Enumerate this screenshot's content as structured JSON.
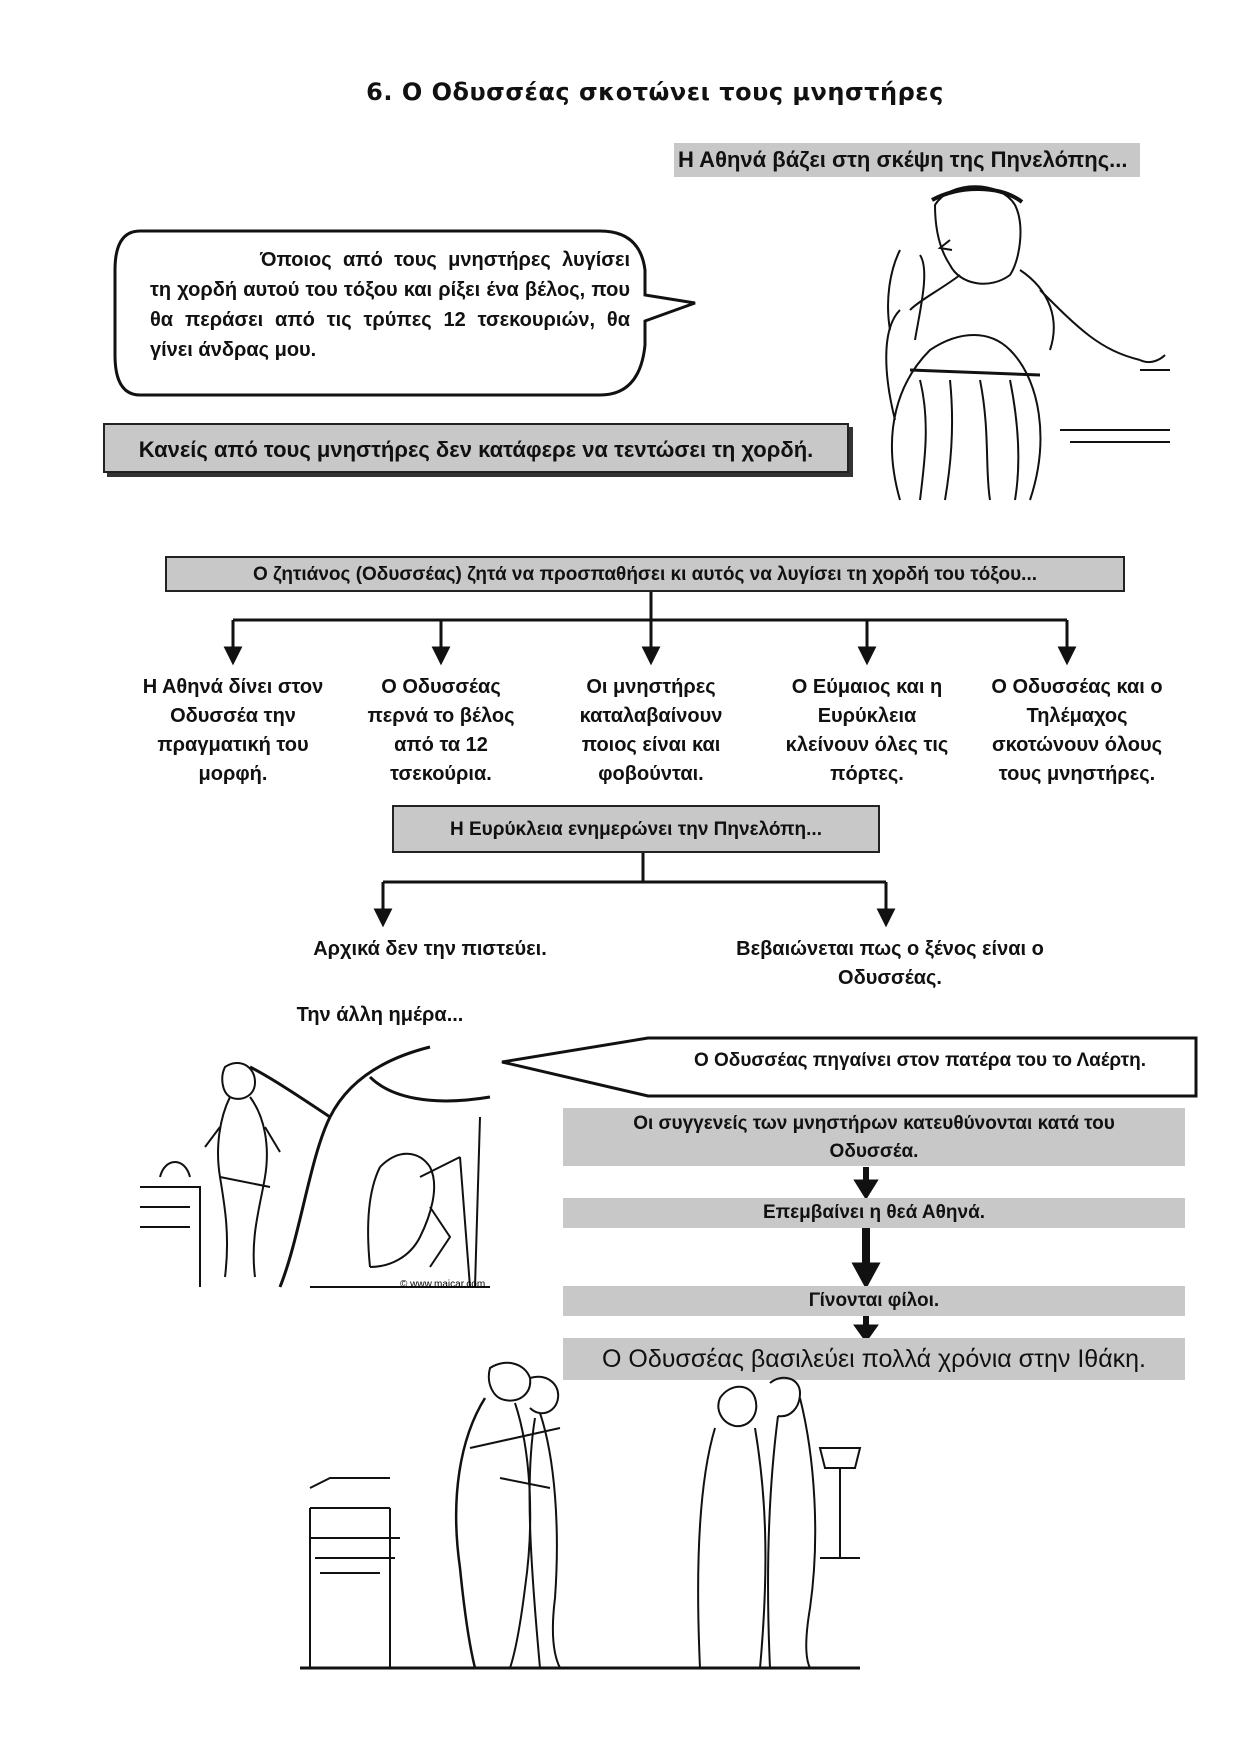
{
  "title": "6.  Ο Οδυσσέας σκοτώνει τους μνηστήρες",
  "athena_header": "Η Αθηνά βάζει στη σκέψη της Πηνελόπης...",
  "speech_bubble": "Όποιος από τους μνηστήρες λυγίσει τη χορδή αυτού του τόξου και ρίξει ένα βέλος, που θα περάσει από τις τρύπες 12 τσεκουριών, θα γίνει άνδρας μου.",
  "nobody_box": "Κανείς από τους μνηστήρες δεν κατάφερε να τεντώσει τη χορδή.",
  "beggar_box": "Ο ζητιάνος (Οδυσσέας) ζητά να προσπαθήσει κι αυτός να λυγίσει τη χορδή του τόξου...",
  "branches": [
    [
      "Η Αθηνά δίνει στον",
      "Οδυσσέα την",
      "πραγματική του",
      "μορφή."
    ],
    [
      "Ο Οδυσσέας",
      "περνά το βέλος",
      "από τα 12",
      "τσεκούρια."
    ],
    [
      "Οι μνηστήρες",
      "καταλαβαίνουν",
      "ποιος είναι και",
      "φοβούνται."
    ],
    [
      "Ο Εύμαιος και η",
      "Ευρύκλεια",
      "κλείνουν όλες τις",
      "πόρτες."
    ],
    [
      "Ο Οδυσσέας και ο",
      "Τηλέμαχος",
      "σκοτώνουν όλους",
      "τους μνηστήρες."
    ]
  ],
  "eurykleia_box": "Η Ευρύκλεια ενημερώνει την Πηνελόπη...",
  "sub_branches": [
    [
      "Αρχικά δεν την πιστεύει."
    ],
    [
      "Βεβαιώνεται πως ο ξένος είναι ο",
      "Οδυσσέας."
    ]
  ],
  "next_day": "Την άλλη ημέρα...",
  "laertes_callout": "Ο Οδυσσέας πηγαίνει στον πατέρα του το Λαέρτη.",
  "flow_steps": [
    [
      "Οι συγγενείς των μνηστήρων κατευθύνονται κατά του",
      "Οδυσσέα."
    ],
    [
      "Επεμβαίνει η θεά Αθηνά."
    ],
    [
      "Γίνονται φίλοι."
    ]
  ],
  "final_box": "Ο Οδυσσέας βασιλεύει πολλά χρόνια στην Ιθάκη.",
  "image_credit": "© www.maicar.com"
}
